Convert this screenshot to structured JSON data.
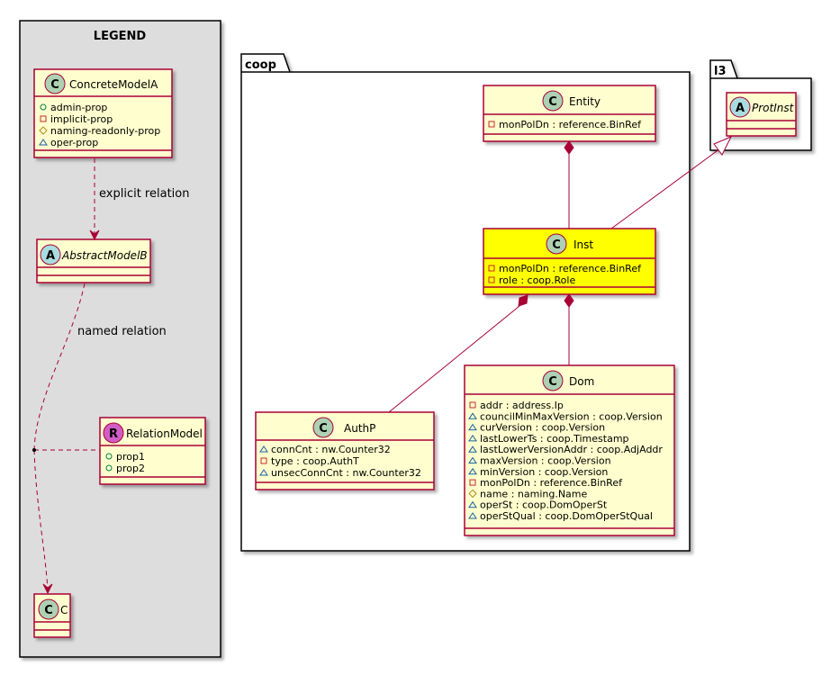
{
  "legend": {
    "title": "LEGEND",
    "concrete": {
      "stereotype": "C",
      "name": "ConcreteModelA",
      "attrs": [
        {
          "vis": "+",
          "name": "admin-prop"
        },
        {
          "vis": "-",
          "name": "implicit-prop"
        },
        {
          "vis": "#",
          "name": "naming-readonly-prop"
        },
        {
          "vis": "~",
          "name": "oper-prop"
        }
      ]
    },
    "abstract": {
      "stereotype": "A",
      "name": "AbstractModelB"
    },
    "relation_model": {
      "stereotype": "R",
      "name": "RelationModel",
      "attrs": [
        {
          "vis": "+",
          "name": "prop1"
        },
        {
          "vis": "+",
          "name": "prop2"
        }
      ]
    },
    "c_class": {
      "stereotype": "C",
      "name": "C"
    },
    "explicit_relation_label": "explicit relation",
    "named_relation_label": "named relation"
  },
  "packages": {
    "coop": "coop",
    "l3": "l3"
  },
  "classes": {
    "entity": {
      "stereotype": "C",
      "name": "Entity",
      "attrs": [
        {
          "vis": "-",
          "text": "monPolDn : reference.BinRef"
        }
      ]
    },
    "inst": {
      "stereotype": "C",
      "name": "Inst",
      "attrs": [
        {
          "vis": "-",
          "text": "monPolDn : reference.BinRef"
        },
        {
          "vis": "-",
          "text": "role : coop.Role"
        }
      ]
    },
    "authp": {
      "stereotype": "C",
      "name": "AuthP",
      "attrs": [
        {
          "vis": "~",
          "text": "connCnt : nw.Counter32"
        },
        {
          "vis": "-",
          "text": "type : coop.AuthT"
        },
        {
          "vis": "~",
          "text": "unsecConnCnt : nw.Counter32"
        }
      ]
    },
    "dom": {
      "stereotype": "C",
      "name": "Dom",
      "attrs": [
        {
          "vis": "-",
          "text": "addr : address.Ip"
        },
        {
          "vis": "~",
          "text": "councilMinMaxVersion : coop.Version"
        },
        {
          "vis": "~",
          "text": "curVersion : coop.Version"
        },
        {
          "vis": "~",
          "text": "lastLowerTs : coop.Timestamp"
        },
        {
          "vis": "~",
          "text": "lastLowerVersionAddr : coop.AdjAddr"
        },
        {
          "vis": "~",
          "text": "maxVersion : coop.Version"
        },
        {
          "vis": "~",
          "text": "minVersion : coop.Version"
        },
        {
          "vis": "-",
          "text": "monPolDn : reference.BinRef"
        },
        {
          "vis": "#",
          "text": "name : naming.Name"
        },
        {
          "vis": "~",
          "text": "operSt : coop.DomOperSt"
        },
        {
          "vis": "~",
          "text": "operStQual : coop.DomOperStQual"
        }
      ]
    },
    "protinst": {
      "stereotype": "A",
      "name": "ProtInst"
    }
  },
  "colors": {
    "class_fill": "#FEFECE",
    "class_border": "#A80036",
    "highlight_fill": "#FFFF00",
    "stereo_c": "#ADD1B2",
    "stereo_a": "#A9DCDF",
    "stereo_r": "#D25DC6",
    "legend_bg": "#DDDDDD"
  }
}
